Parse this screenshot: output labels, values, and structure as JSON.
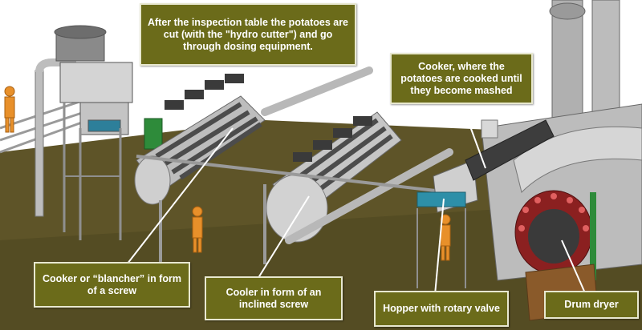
{
  "callouts": {
    "hydro_cutter": "After the inspection table the potatoes are cut (with the \"hydro cutter\") and go through dosing equipment.",
    "cooker_mashed": "Cooker, where the potatoes are cooked until they become mashed",
    "blancher": "Cooker or “blancher” in form of a screw",
    "cooler": "Cooler in form of an inclined screw",
    "hopper": "Hopper with rotary valve",
    "drum_dryer": "Drum dryer"
  },
  "colors": {
    "callout_bg": "#6b6b1a",
    "callout_text": "#ffffff",
    "floor": "#5e5428",
    "equipment": "#c9c9c9",
    "worker": "#e8902a",
    "green_module": "#2e8b3a",
    "red_burner": "#b02a2a"
  }
}
